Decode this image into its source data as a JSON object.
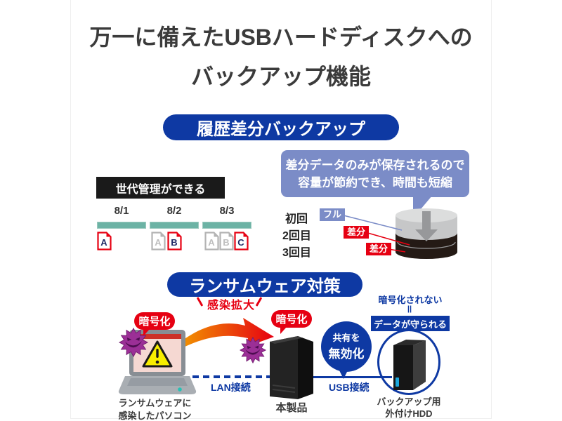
{
  "title": {
    "line1": "万一に備えたUSBハードディスクへの",
    "line2": "バックアップ機能"
  },
  "colors": {
    "brand_blue": "#0e39a3",
    "callout_blue": "#7b8cc7",
    "alert_red": "#e60012",
    "timeline_teal": "#6cb3a5",
    "title_text": "#3b3b3b"
  },
  "history": {
    "banner": "履歴差分バックアップ",
    "generation": {
      "header": "世代管理ができる",
      "columns": [
        {
          "date": "8/1",
          "files": [
            {
              "letter": "A",
              "state": "new"
            }
          ]
        },
        {
          "date": "8/2",
          "files": [
            {
              "letter": "A",
              "state": "old"
            },
            {
              "letter": "B",
              "state": "new"
            }
          ]
        },
        {
          "date": "8/3",
          "files": [
            {
              "letter": "A",
              "state": "old"
            },
            {
              "letter": "B",
              "state": "old"
            },
            {
              "letter": "C",
              "state": "new"
            }
          ]
        }
      ]
    },
    "callout": {
      "line1": "差分データのみが保存されるので",
      "line2": "容量が節約でき、時間も短縮"
    },
    "rounds": [
      {
        "label": "初回",
        "tag": "フル"
      },
      {
        "label": "2回目",
        "tag": "差分"
      },
      {
        "label": "3回目",
        "tag": "差分"
      }
    ]
  },
  "ransomware": {
    "banner": "ランサムウェア対策",
    "spread": "感染拡大",
    "encrypt_pc": "暗号化",
    "encrypt_nas": "暗号化",
    "lan": "LAN接続",
    "usb": "USB接続",
    "share_block": {
      "line1": "共有を",
      "line2": "無効化"
    },
    "protection": {
      "not_encrypted": "暗号化されない",
      "equals": "＝",
      "protected": "データが守られる"
    },
    "captions": {
      "pc_line1": "ランサムウェアに",
      "pc_line2": "感染したパソコン",
      "nas": "本製品",
      "hdd_line1": "バックアップ用",
      "hdd_line2": "外付けHDD"
    }
  }
}
